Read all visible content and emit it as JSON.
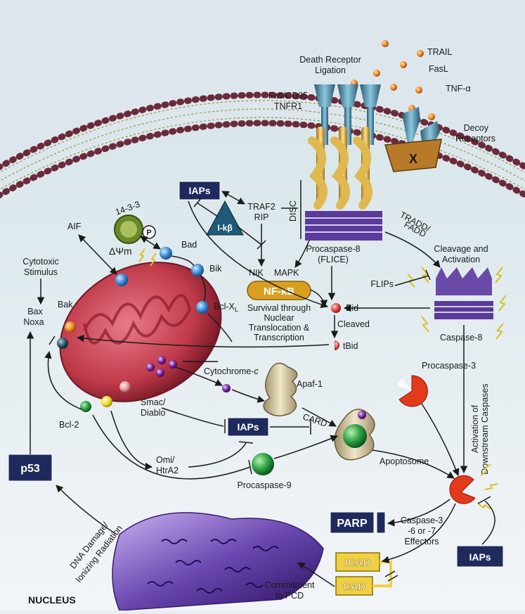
{
  "labels": {
    "death_receptor_1": "Death Receptor",
    "death_receptor_2": "Ligation",
    "trail": "TRAIL",
    "fasl": "FasL",
    "tnf": "TNF-α",
    "fas_1": "Fas/CD95",
    "fas_2": "TNFR1",
    "decoy_1": "Decoy",
    "decoy_2": "Receptors",
    "decoy_x": "X",
    "iaps_top": "IAPs",
    "ikb": "I-kβ",
    "traf2": "TRAF2",
    "rip": "RIP",
    "disc": "DISC",
    "tradd_1": "TRADD/",
    "tradd_2": "FADD",
    "procasp8_1": "Procaspase-8",
    "procasp8_2": "(FLICE)",
    "cleavage_1": "Cleavage and",
    "cleavage_2": "Activation",
    "flips": "FLIPs",
    "caspase8": "Caspase-8",
    "aif": "AIF",
    "p1433": "14-3-3",
    "p": "P",
    "bad": "Bad",
    "bik": "Bik",
    "bclxl": "Bcl-X",
    "bclxl_sub": "L",
    "dpsim": "ΔΨm",
    "cytotoxic_1": "Cytotoxic",
    "cytotoxic_2": "Stimulus",
    "bax": "Bax",
    "noxa": "Noxa",
    "bak": "Bak",
    "nik": "NIK",
    "mapk": "MAPK",
    "nfkb": "NF-κB",
    "survival_1": "Survival through",
    "survival_2": "Nuclear",
    "survival_3": "Translocation &",
    "survival_4": "Transcription",
    "bid": "Bid",
    "cleaved": "Cleaved",
    "tbid": "tBid",
    "cytc": "Cytochrome-",
    "cytc_c": "c",
    "apaf": "Apaf-1",
    "card": "CARD",
    "procasp3": "Procaspase-3",
    "activation_1": "Activation of",
    "activation_2": "Downstream Caspases",
    "smac_1": "Smac/",
    "smac_2": "Diablo",
    "bcl2": "Bcl-2",
    "iaps_mid": "IAPs",
    "omi_1": "Omi/",
    "omi_2": "HtrA2",
    "apoptosome": "Apoptosome",
    "procasp9": "Procaspase-9",
    "p53": "p53",
    "casp3_1": "Caspase-3",
    "casp3_2": "-6 or -7",
    "casp3_3": "Effectors",
    "parp": "PARP",
    "icad": "ICAD",
    "cad": "CAD",
    "iaps_bottom": "IAPs",
    "dna_1": "DNA Damage/",
    "dna_2": "Ionizing Radiation",
    "commitment_1": "Commitment",
    "commitment_2": "to PCD",
    "nucleus": "NUCLEUS"
  },
  "colors": {
    "background": "#e9eef3",
    "membrane_outer": "#6b2a3a",
    "membrane_inner": "#8a9a3a",
    "mitochondrion": "#c03a4a",
    "box_navy": "#1f2a5c",
    "receptor": "#4a8aa0",
    "caspase_purple": "#6a4aa8",
    "nfkb_gold": "#d9a020",
    "nucleus_purple": "#6a48b0",
    "caspase3_red": "#e23a1a",
    "ligand_orange": "#e0762a"
  }
}
